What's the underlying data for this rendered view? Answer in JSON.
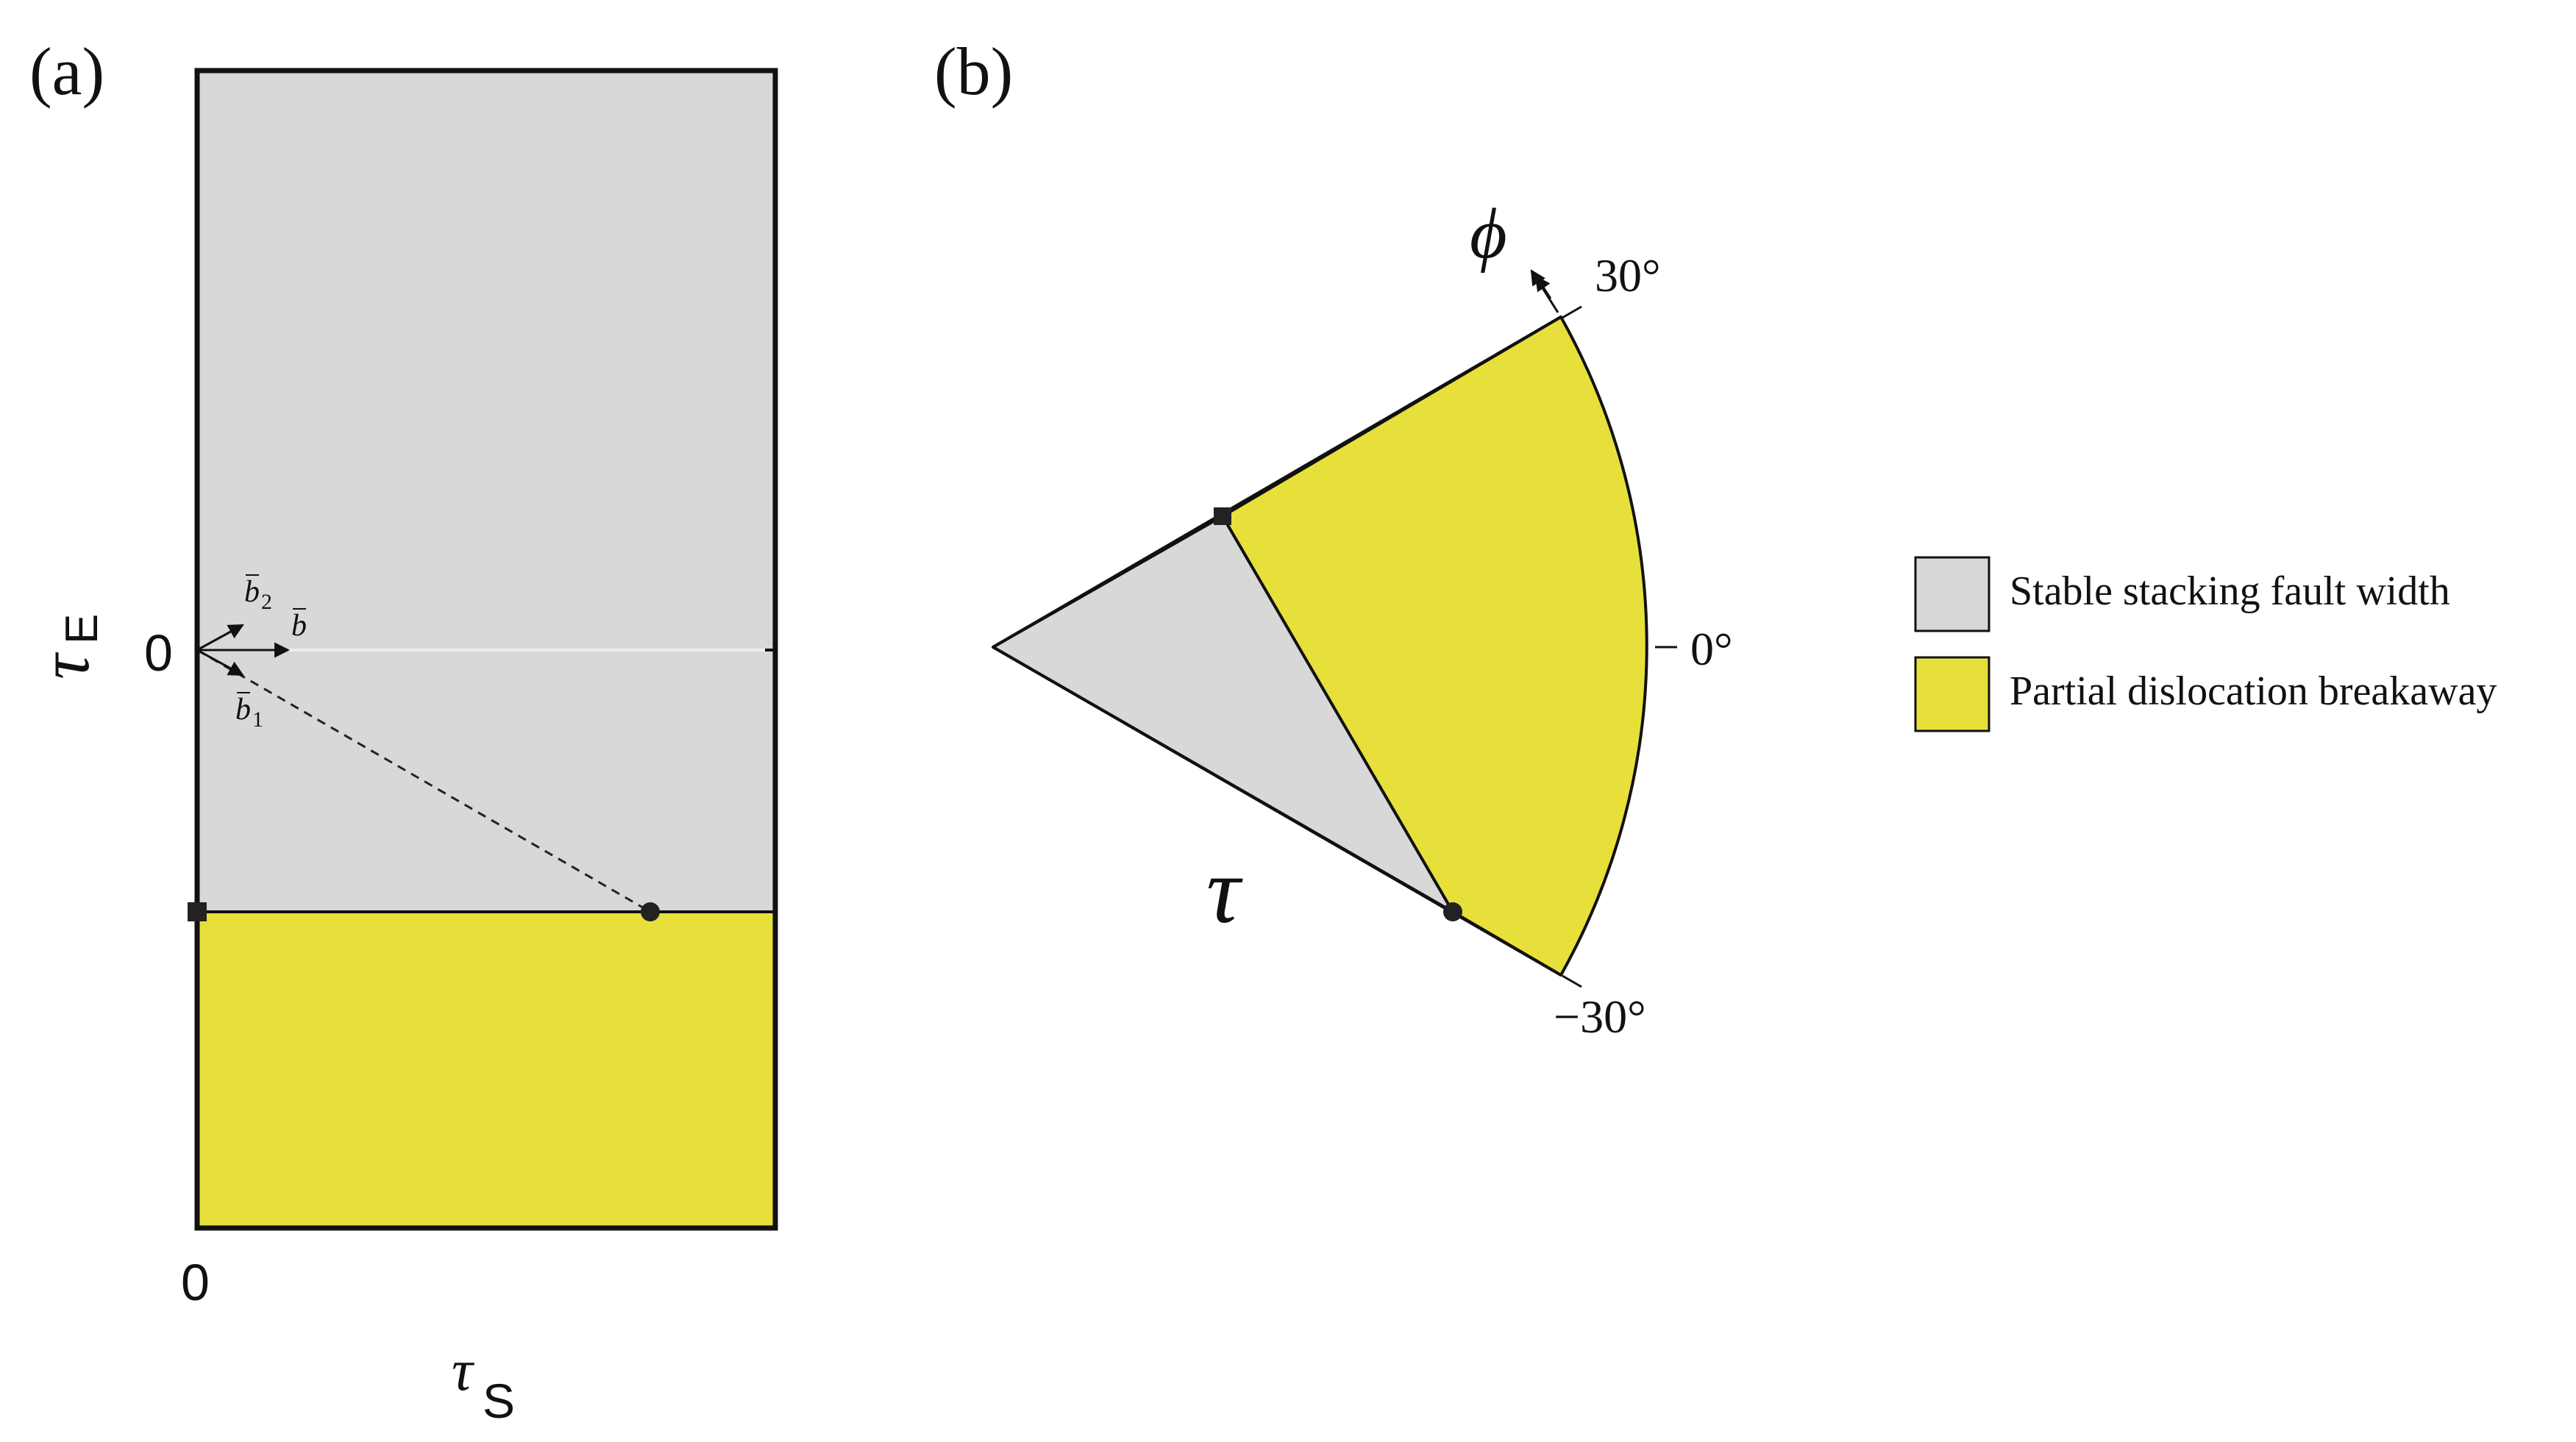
{
  "panel_a": {
    "label": "(a)",
    "x_axis_symbol": "τ",
    "x_axis_subscript": "S",
    "y_axis_symbol": "τ",
    "y_axis_subscript": "E",
    "x_zero_label": "0",
    "y_zero_label": "0",
    "vector_b": "b",
    "vector_b1": "b",
    "vector_b1_sub": "1",
    "vector_b2": "b",
    "vector_b2_sub": "2"
  },
  "panel_b": {
    "label": "(b)",
    "angle_symbol": "ϕ",
    "radius_symbol": "τ",
    "tick_top": "30°",
    "tick_mid": "0°",
    "tick_bottom": "−30°"
  },
  "legend": {
    "items": [
      {
        "label": "Stable stacking fault width",
        "color": "#d8d8d8"
      },
      {
        "label": "Partial dislocation breakaway",
        "color": "#e8e03a"
      }
    ]
  },
  "colors": {
    "stable": "#d8d8d8",
    "breakaway": "#e8e03a",
    "stroke": "#111111",
    "marker": "#222222"
  }
}
